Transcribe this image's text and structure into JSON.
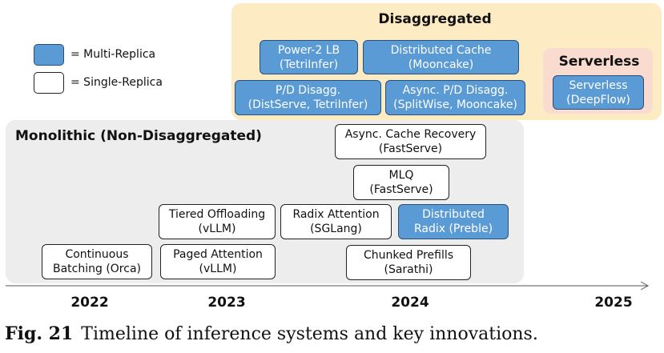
{
  "legend": {
    "multi_label": "= Multi-Replica",
    "single_label": "= Single-Replica",
    "multi_color": "#5b9bd5",
    "single_color": "#ffffff"
  },
  "regions": {
    "monolithic": "Monolithic (Non-Disaggregated)",
    "disaggregated": "Disaggregated",
    "serverless": "Serverless"
  },
  "region_colors": {
    "monolithic": "#ededed",
    "disaggregated": "#fdebc4",
    "serverless": "#f9dbd0"
  },
  "systems": {
    "continuous_batching": {
      "line1": "Continuous",
      "line2": "Batching (Orca)"
    },
    "tiered_offloading": {
      "line1": "Tiered Offloading",
      "line2": "(vLLM)"
    },
    "paged_attention": {
      "line1": "Paged Attention",
      "line2": "(vLLM)"
    },
    "radix_attention": {
      "line1": "Radix Attention",
      "line2": "(SGLang)"
    },
    "distributed_radix": {
      "line1": "Distributed",
      "line2": "Radix (Preble)"
    },
    "chunked_prefills": {
      "line1": "Chunked Prefills",
      "line2": "(Sarathi)"
    },
    "mlq": {
      "line1": "MLQ",
      "line2": "(FastServe)"
    },
    "async_cache_recovery": {
      "line1": "Async. Cache Recovery",
      "line2": "(FastServe)"
    },
    "power2_lb": {
      "line1": "Power-2 LB",
      "line2": "(TetriInfer)"
    },
    "distributed_cache": {
      "line1": "Distributed Cache",
      "line2": "(Mooncake)"
    },
    "pd_disagg": {
      "line1": "P/D Disagg.",
      "line2": "(DistServe, TetriInfer)"
    },
    "async_pd_disagg": {
      "line1": "Async. P/D Disagg.",
      "line2": "(SplitWise, Mooncake)"
    },
    "serverless": {
      "line1": "Serverless",
      "line2": "(DeepFlow)"
    }
  },
  "years": [
    "2022",
    "2023",
    "2024",
    "2025"
  ],
  "caption": {
    "label": "Fig. 21",
    "text": "Timeline of inference systems and key innovations."
  }
}
